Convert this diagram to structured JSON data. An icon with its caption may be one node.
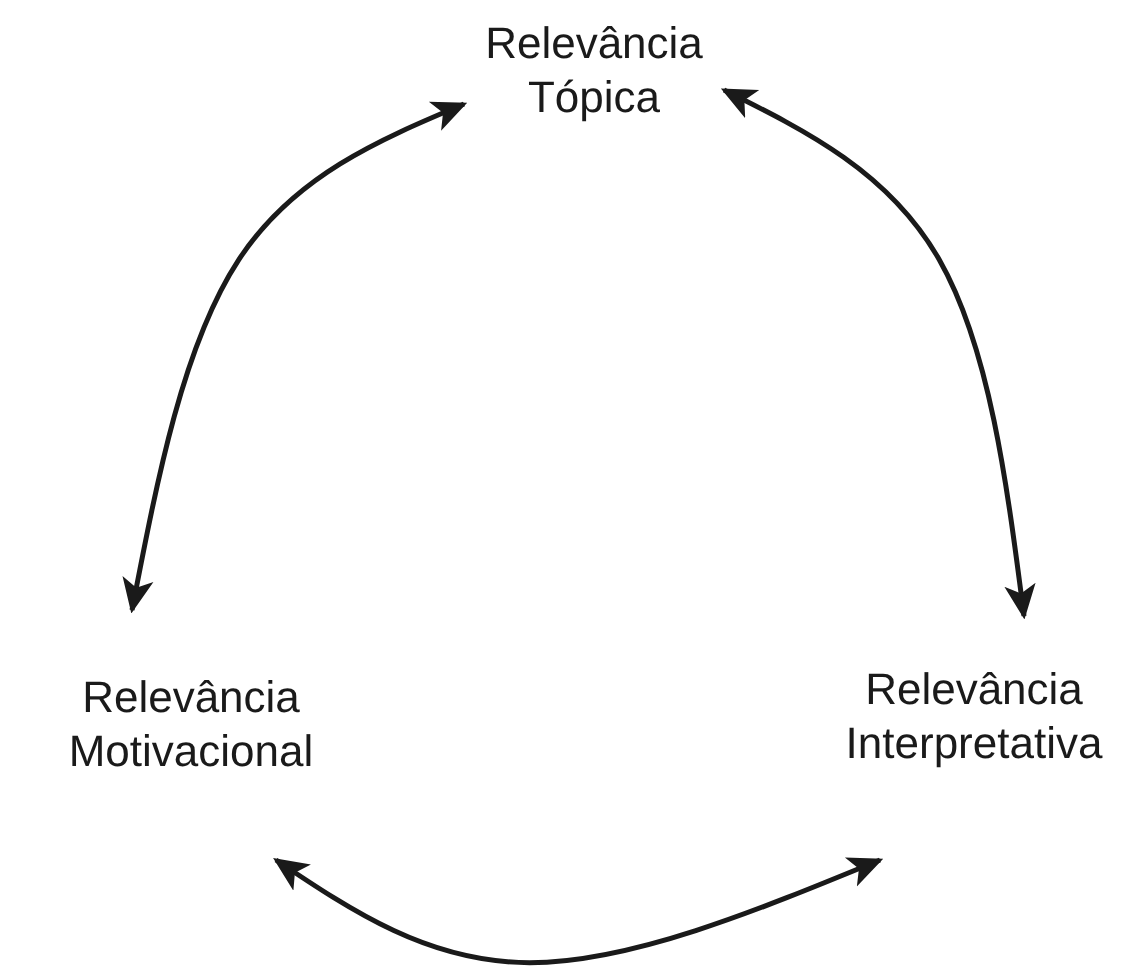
{
  "diagram": {
    "nodes": [
      {
        "text": [
          "Relevância Tópica"
        ]
      },
      {
        "text": [
          "Relevância Motivacional"
        ]
      },
      {
        "text": [
          "Relevância Interpretativa"
        ]
      }
    ],
    "edges": [
      {
        "from": 0,
        "to": 1,
        "arrow": "both"
      },
      {
        "from": 0,
        "to": 2,
        "arrow": "both"
      },
      {
        "from": 1,
        "to": 2,
        "arrow": "both"
      }
    ]
  }
}
